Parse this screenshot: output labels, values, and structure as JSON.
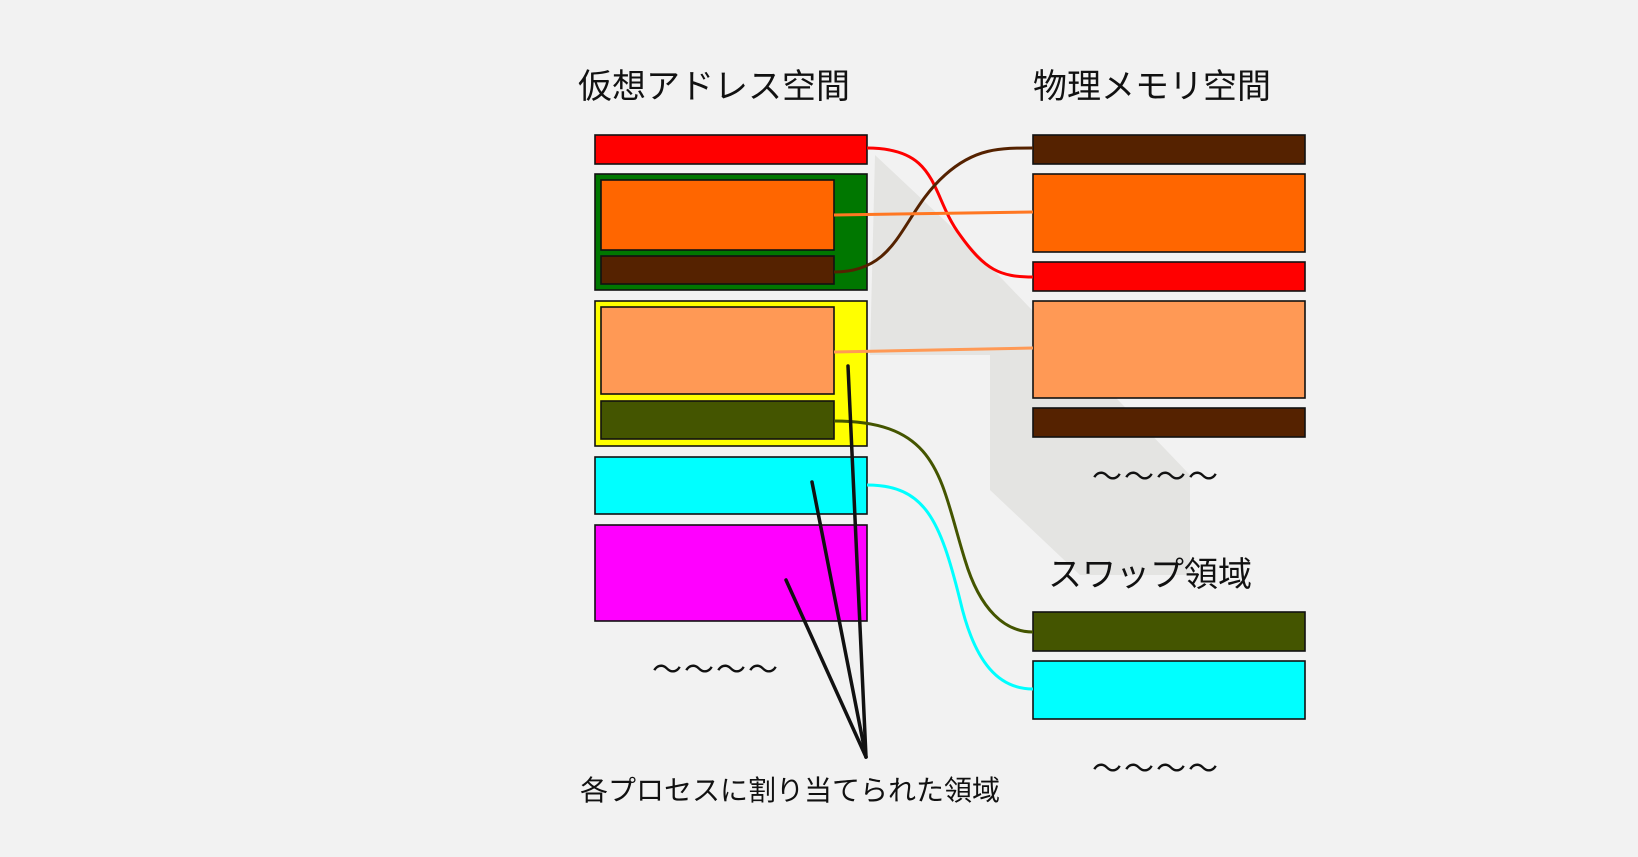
{
  "titles": {
    "virtual": "仮想アドレス空間",
    "physical": "物理メモリ空間",
    "swap": "スワップ領域"
  },
  "annotation": "各プロセスに割り当てられた領域",
  "continuation": {
    "virtual": "〜〜〜〜",
    "physical": "〜〜〜〜",
    "swap": "〜〜〜〜"
  },
  "colors": {
    "background": "#f2f2f2",
    "red": "#ff0000",
    "green_process": "#007700",
    "orange": "#ff6600",
    "dark_brown": "#552200",
    "yellow_process": "#ffff00",
    "light_orange": "#ff9955",
    "olive": "#445500",
    "cyan": "#00ffff",
    "magenta": "#ff00ff",
    "shadow_arrow": "#e4e4e2"
  }
}
